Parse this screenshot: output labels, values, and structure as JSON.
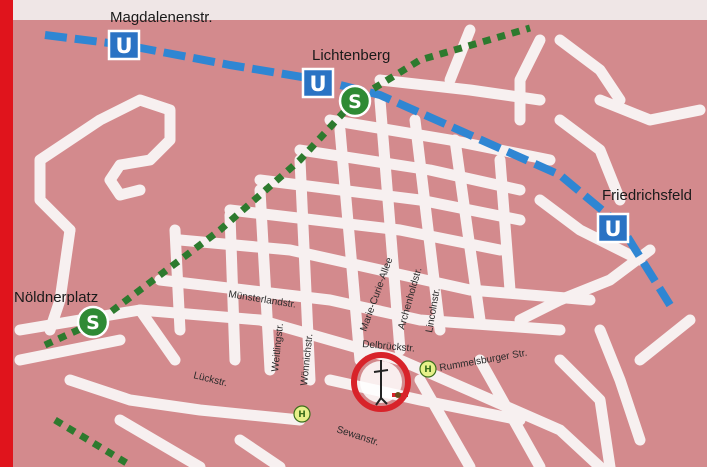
{
  "colors": {
    "background": "#d38a8d",
    "border_left": "#e0141c",
    "top_band": "#efe6e6",
    "street": "#f7f0f0",
    "u_line": "#2f86d3",
    "s_line": "#2d7a2e",
    "u_badge": "#2a73c4",
    "s_badge": "#2f8a34",
    "h_badge": "#e6f08a",
    "marker": "#d8232a"
  },
  "stations": {
    "magdalenenstr": "Magdalenenstr.",
    "lichtenberg": "Lichtenberg",
    "friedrichsfelde": "Friedrichsfeld",
    "noeldnerplatz": "Nöldnerplatz"
  },
  "badges": {
    "u": "U",
    "s": "S",
    "h": "H"
  },
  "streets": {
    "muensterlandstr": "Münsterlandstr.",
    "marie_curie_allee": "Marie-Curie-Allee",
    "archenholdstr": "Archenholdstr.",
    "lincolnstr": "Lincolnstr.",
    "delbrueckstr": "Delbrückstr.",
    "rummelsburger_str": "Rummelsburger Str.",
    "weitlingstr": "Weitlingstr.",
    "woennichstr": "Wönnichstr.",
    "lueckstr": "Lückstr.",
    "sewanstr": "Sewanstr."
  },
  "marker": {
    "icon": "location-marker-icon"
  }
}
